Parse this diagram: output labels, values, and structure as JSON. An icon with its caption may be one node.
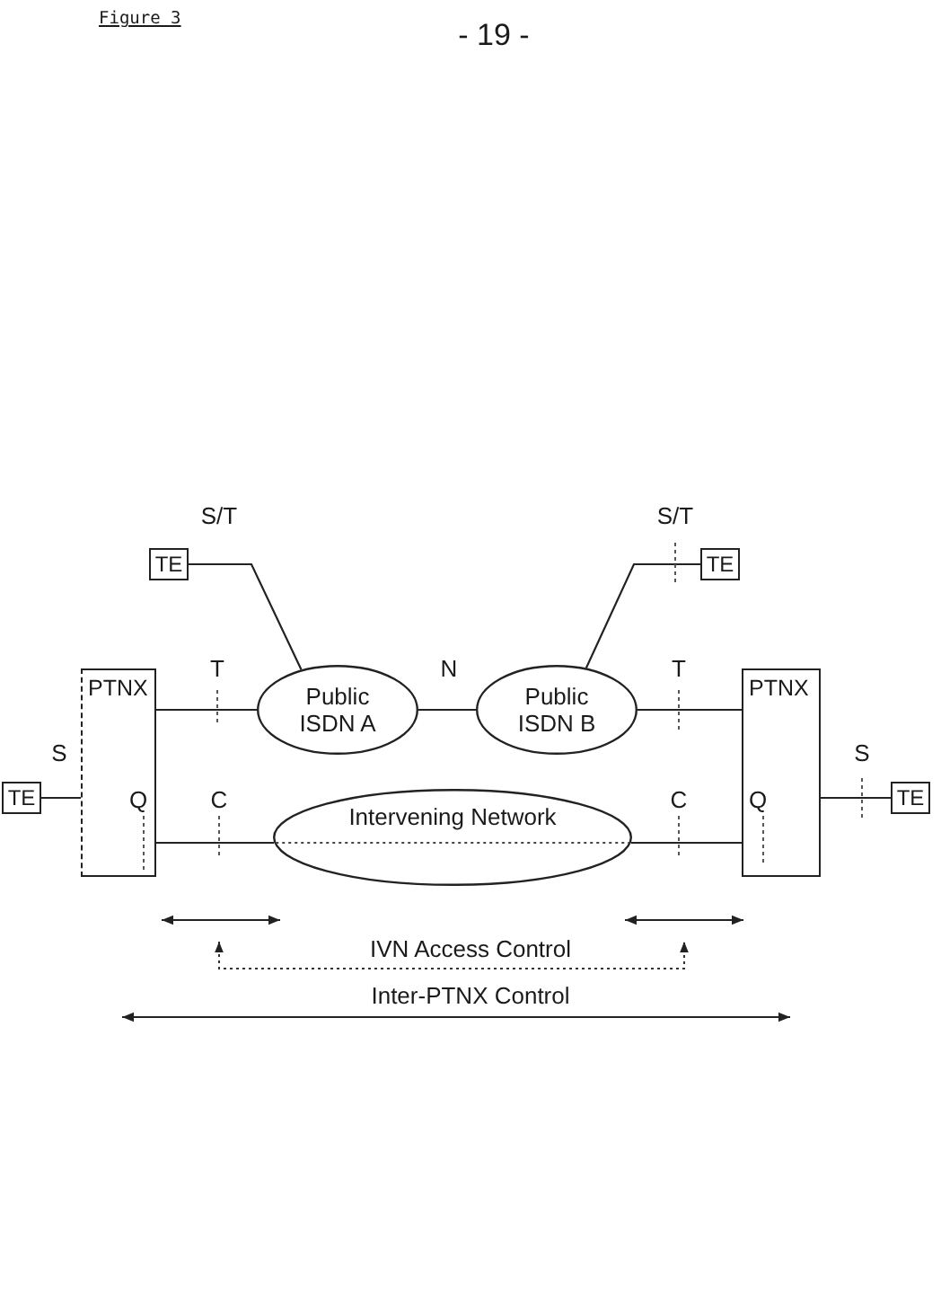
{
  "diagram": {
    "title": "Figure 3",
    "nodes": [
      {
        "text": [
          "TE"
        ]
      },
      {
        "text": [
          "TE"
        ]
      },
      {
        "text": [
          "PTNX"
        ]
      },
      {
        "text": [
          "Public ISDN A"
        ]
      },
      {
        "text": [
          "Public ISDN B"
        ]
      },
      {
        "text": [
          "PTNX"
        ]
      },
      {
        "text": [
          "TE"
        ]
      },
      {
        "text": [
          "TE"
        ]
      },
      {
        "text": [
          "Intervening Network"
        ]
      }
    ],
    "edges": [
      {
        "from": 0,
        "to": 3,
        "arrow": "none"
      },
      {
        "from": 2,
        "to": 3,
        "arrow": "none"
      },
      {
        "from": 3,
        "to": 4,
        "arrow": "none"
      },
      {
        "from": 4,
        "to": 1,
        "arrow": "none"
      },
      {
        "from": 4,
        "to": 5,
        "arrow": "none"
      },
      {
        "from": 6,
        "to": 2,
        "arrow": "none"
      },
      {
        "from": 5,
        "to": 7,
        "arrow": "none"
      },
      {
        "from": 2,
        "to": 8,
        "arrow": "none"
      },
      {
        "from": 8,
        "to": 5,
        "arrow": "none"
      }
    ],
    "labels": [
      "- 19 -",
      "S/T",
      "S/T",
      "T",
      "N",
      "T",
      "S",
      "S",
      "Q",
      "C",
      "C",
      "Q",
      "IVN Access Control",
      "Inter-PTNX Control"
    ]
  }
}
